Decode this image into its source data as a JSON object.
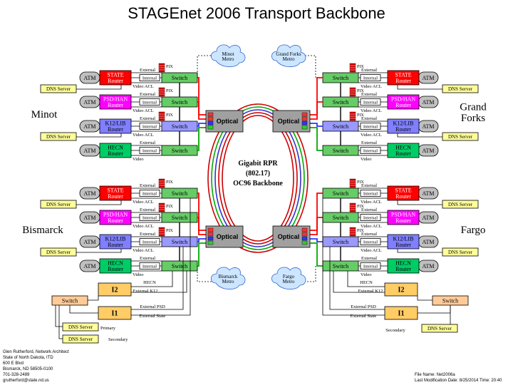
{
  "title": "STAGEnet 2006 Transport Backbone",
  "cities": {
    "minot": "Minot",
    "grand_forks": "Grand Forks",
    "bismarck": "Bismarck",
    "fargo": "Fargo"
  },
  "clouds": {
    "minot_metro": "Minot Metro",
    "grand_forks_metro": "Grand Forks Metro",
    "bismarck_metro": "Bismarck Metro",
    "fargo_metro": "Fargo Metro"
  },
  "core": {
    "line1": "Gigabit RPR",
    "line2": "(802.17)",
    "line3": "OC96 Backbone"
  },
  "labels": {
    "atm": "ATM",
    "switch": "Switch",
    "optical": "Optical",
    "dns_server": "DNS Server",
    "external": "External",
    "internal": "Internal",
    "video_acl": "Video ACL",
    "video": "Video",
    "pix": "PIX",
    "state_router": "STATE Router",
    "psd_han_router": "PSD/HAN Router",
    "k12_lib_router": "K12/LIB Router",
    "hecn_router": "HECN Router",
    "hecn": "HECN",
    "external_k12": "External K12",
    "external_psd": "External PSD",
    "external_state": "External State",
    "i2": "I2",
    "i1": "I1",
    "primary": "Primary",
    "secondary": "Secondary"
  },
  "footer_left": [
    "Glen Rutherford, Network Architect",
    "State of North Dakota, ITD",
    "600 E Blvd",
    "Bismarck, ND 58505-0100",
    "701-328-2489",
    "grutherford@state.nd.us"
  ],
  "footer_right": [
    "File Name: Net2006a",
    "Last Modification Date:  8/25/2014   Time: 20:40"
  ],
  "colors": {
    "atm": "#c0c0c0",
    "router_state": "#ff0000",
    "router_psd": "#ff00ff",
    "router_k12": "#7f7fff",
    "router_hecn": "#00cc66",
    "switch": "#66cc66",
    "switch_k12": "#9999ff",
    "dns": "#ffff99",
    "i_box": "#ffcc66"
  }
}
